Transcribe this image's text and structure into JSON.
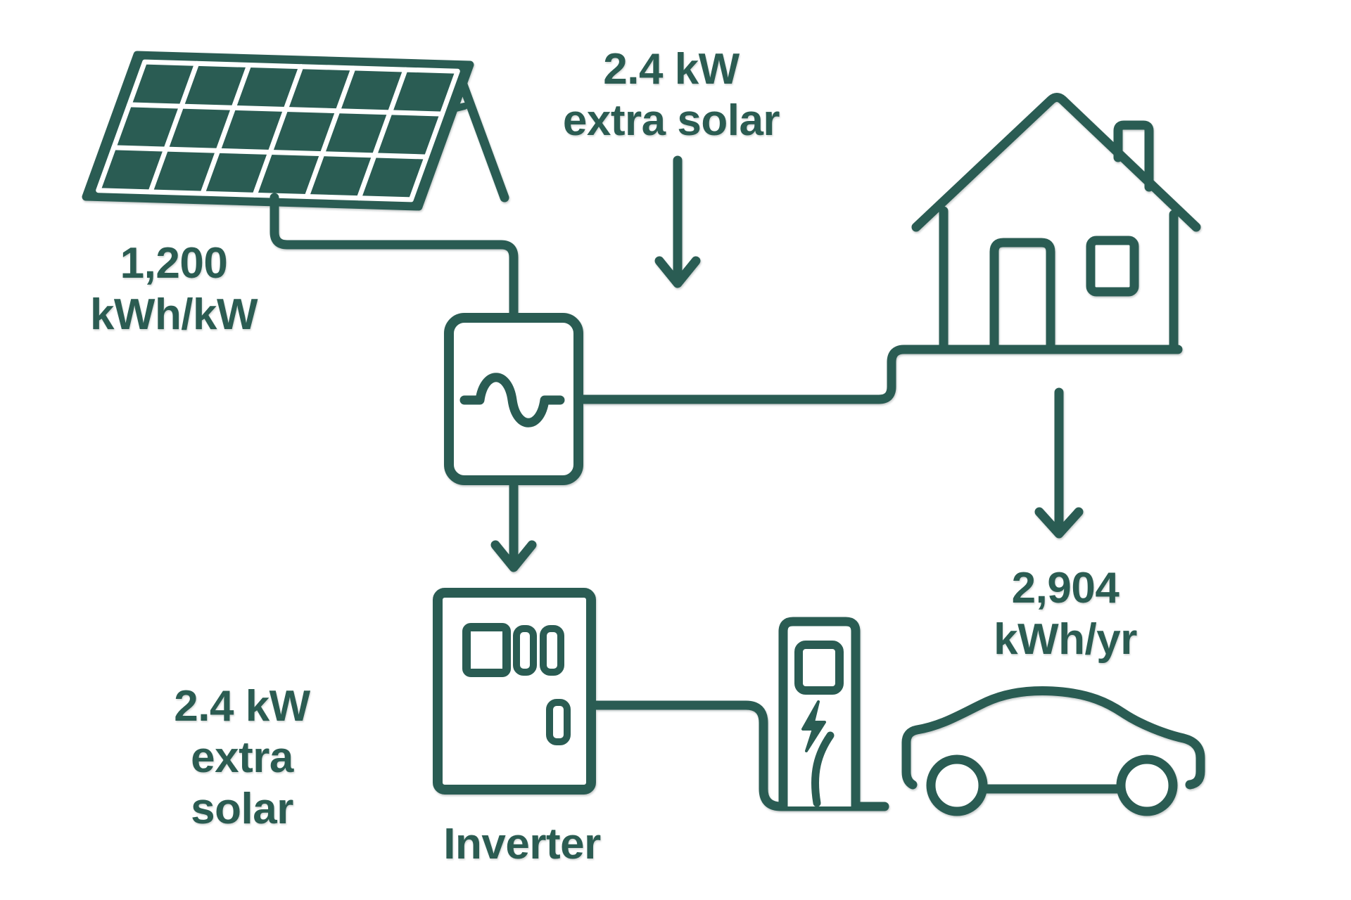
{
  "colors": {
    "ink": "#2b5c52",
    "background": "#ffffff"
  },
  "labels": {
    "panel_yield": "1,200\nkWh/kW",
    "extra_solar_top": "2.4 kW\nextra solar",
    "house_consumption": "2,904\nkWh/yr",
    "extra_solar_bottom": "2.4 kW\nextra\nsolar",
    "inverter": "Inverter"
  },
  "icons": [
    {
      "name": "solar-panel-icon",
      "meaning": "rooftop solar array, 3x6 cell grid on tilted stand"
    },
    {
      "name": "ac-meter-icon",
      "meaning": "small box with sine wave, AC output of solar system"
    },
    {
      "name": "house-icon",
      "meaning": "home with door, window and chimney"
    },
    {
      "name": "inverter-box-icon",
      "meaning": "inverter cabinet with indicator lights"
    },
    {
      "name": "ev-charger-icon",
      "meaning": "EV charging post with lightning bolt and cable"
    },
    {
      "name": "car-icon",
      "meaning": "electric car side view"
    },
    {
      "name": "arrow-down-icon",
      "meaning": "flow direction arrows"
    }
  ]
}
